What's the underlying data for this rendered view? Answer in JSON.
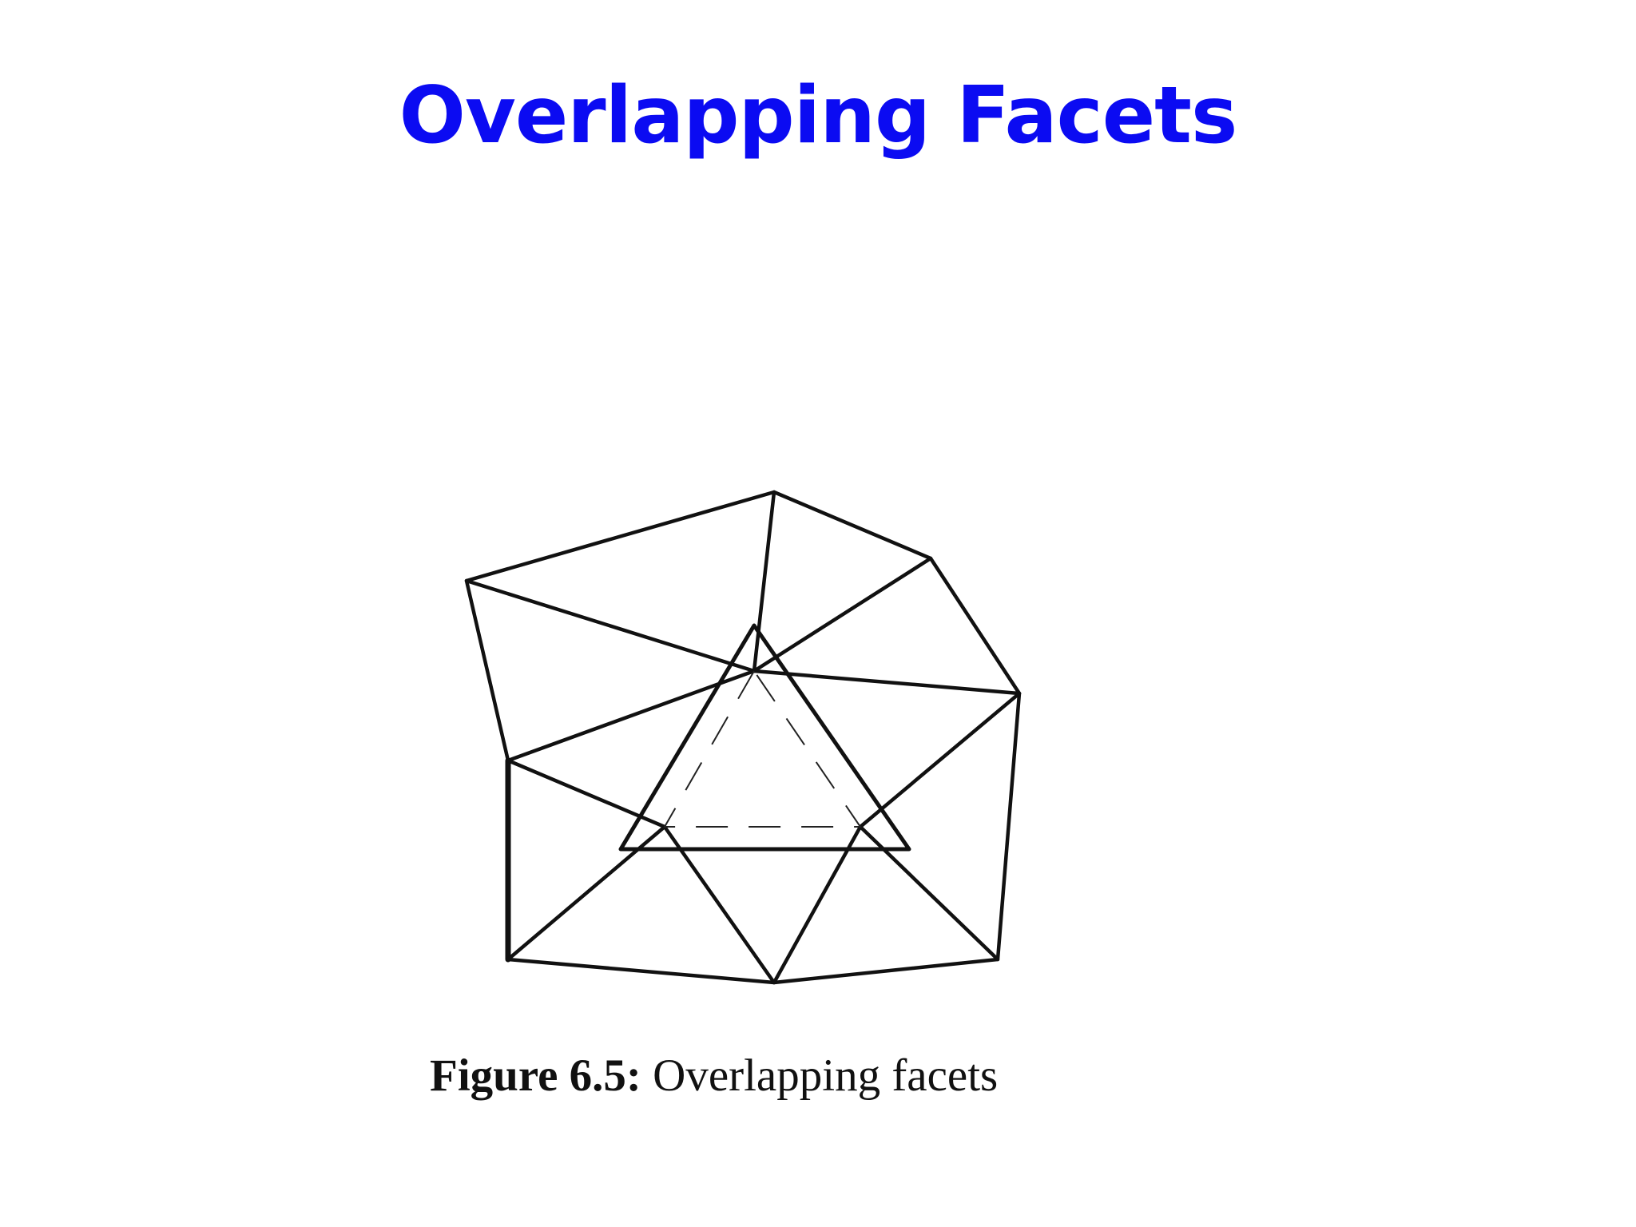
{
  "slide": {
    "title": "Overlapping Facets",
    "title_color": "#0b0bf2"
  },
  "figure": {
    "caption_label": "Figure 6.5:",
    "caption_text": "Overlapping facets"
  }
}
